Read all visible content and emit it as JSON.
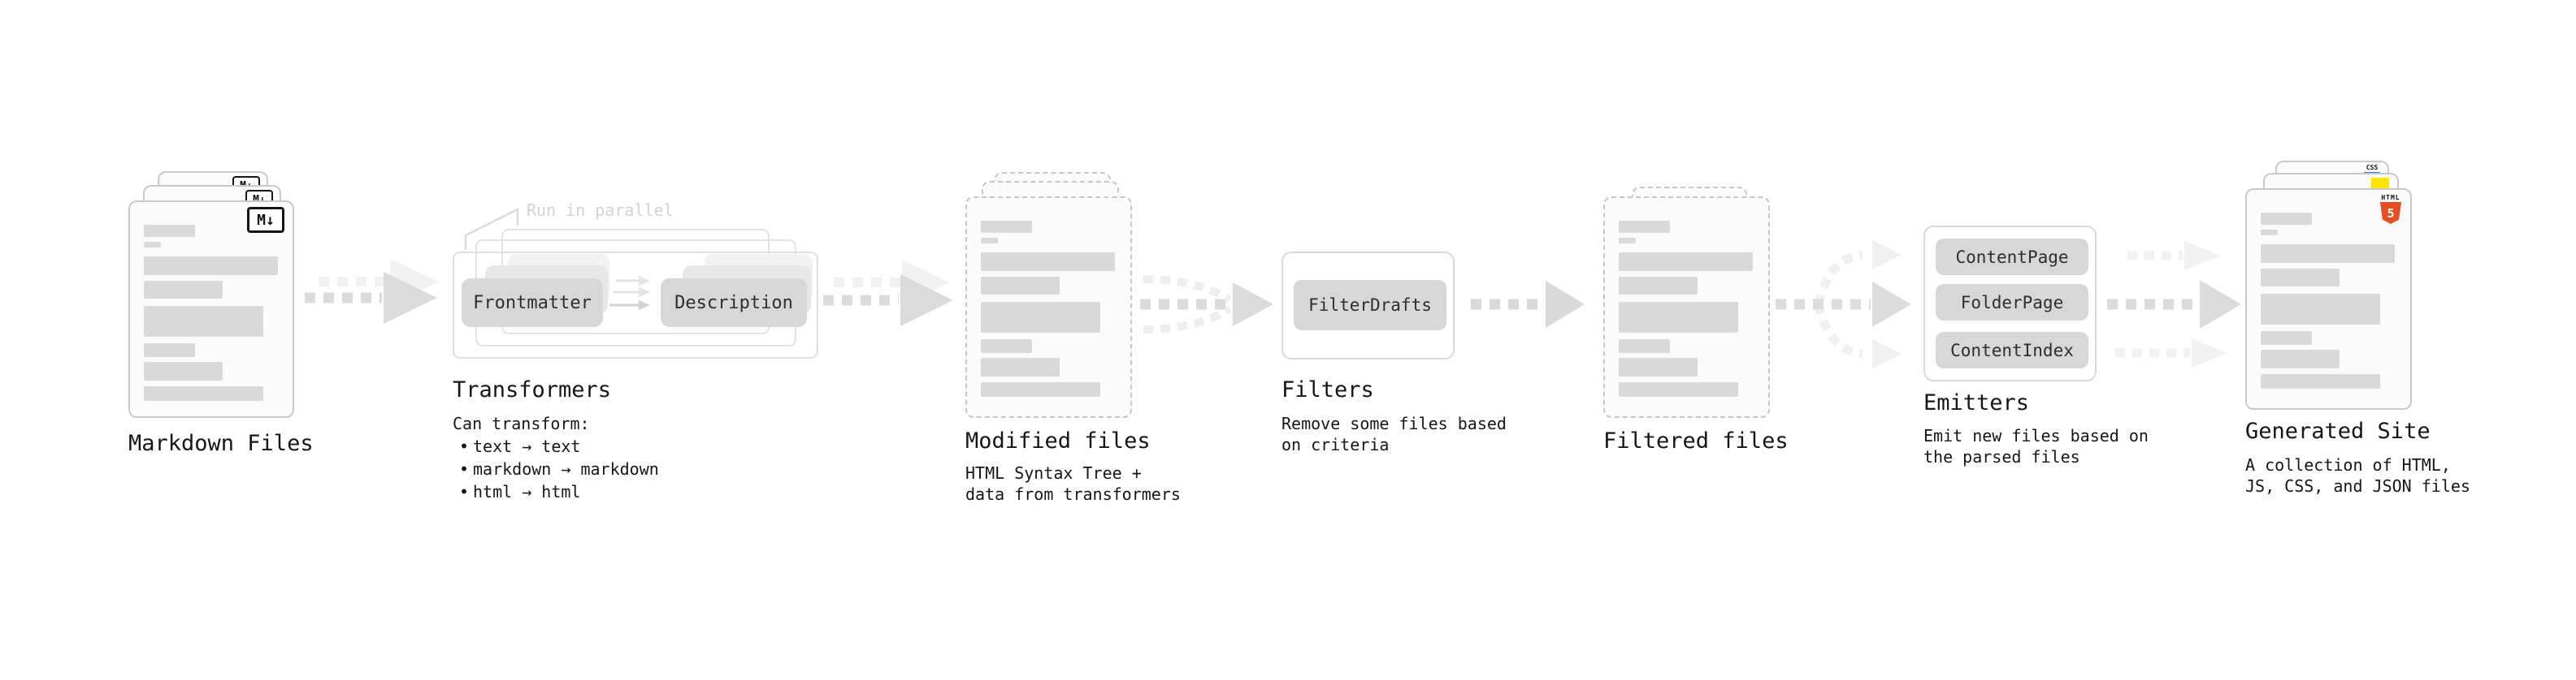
{
  "nodes": {
    "markdown_files": {
      "label": "Markdown Files",
      "badge": "M↓"
    },
    "transformers": {
      "annotation": "Run in parallel",
      "input_pill": "Frontmatter",
      "output_pill": "Description",
      "label": "Transformers",
      "caption_title": "Can transform:",
      "bullet_char": "•",
      "bullets": [
        "text → text",
        "markdown → markdown",
        "html → html"
      ]
    },
    "modified_files": {
      "label": "Modified files",
      "caption": "HTML Syntax Tree +\ndata from transformers"
    },
    "filters": {
      "label": "Filters",
      "pill": "FilterDrafts",
      "caption": "Remove some files based\non criteria"
    },
    "filtered_files": {
      "label": "Filtered files"
    },
    "emitters": {
      "label": "Emitters",
      "pills": [
        "ContentPage",
        "FolderPage",
        "ContentIndex"
      ],
      "caption": "Emit new files based on\nthe parsed files"
    },
    "generated_site": {
      "label": "Generated Site",
      "caption": "A collection of HTML,\nJS, CSS, and JSON files",
      "badges": {
        "css_label": "CSS",
        "html_word": "HTML",
        "html_digit": "5"
      }
    }
  },
  "colors": {
    "background": "#ffffff",
    "card_bg": "#fbfbfb",
    "card_border": "#c9c9c9",
    "placeholder_bar": "#d9d9d9",
    "pill_bg": "#d7d7d7",
    "arrow_main": "#dbdbdb",
    "arrow_light": "#f0f0f0",
    "annotation_gray": "#d2d2d2",
    "text": "#161616",
    "html5_orange": "#e84e24",
    "js_yellow": "#ffe400",
    "css_blue": "#3572f0"
  }
}
